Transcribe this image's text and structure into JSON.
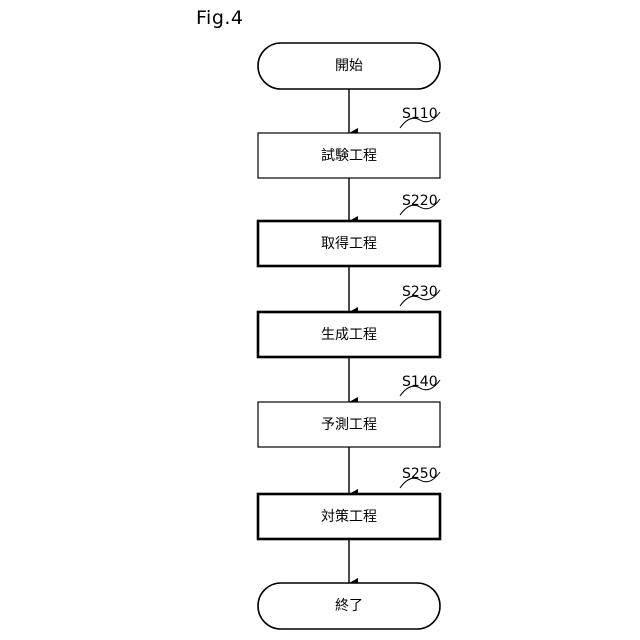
{
  "figure": {
    "label": "Fig.4"
  },
  "flowchart": {
    "start": "開始",
    "end": "終了",
    "steps": [
      {
        "id": "S110",
        "label": "試験工程",
        "emphasis": false
      },
      {
        "id": "S220",
        "label": "取得工程",
        "emphasis": true
      },
      {
        "id": "S230",
        "label": "生成工程",
        "emphasis": true
      },
      {
        "id": "S140",
        "label": "予測工程",
        "emphasis": false
      },
      {
        "id": "S250",
        "label": "対策工程",
        "emphasis": true
      }
    ]
  }
}
